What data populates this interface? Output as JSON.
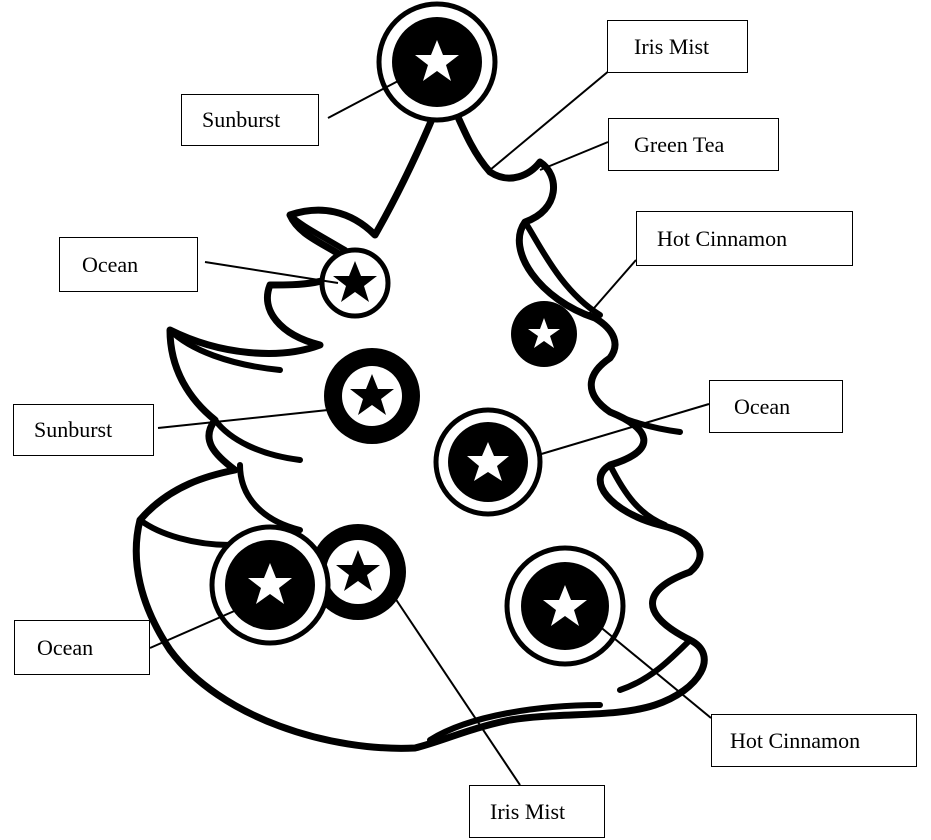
{
  "colors": {
    "ink": "#000000",
    "paper": "#ffffff"
  },
  "labels": [
    {
      "text": "Sunburst"
    },
    {
      "text": "Iris Mist"
    },
    {
      "text": "Green Tea"
    },
    {
      "text": "Ocean"
    },
    {
      "text": "Hot Cinnamon"
    },
    {
      "text": "Sunburst"
    },
    {
      "text": "Ocean"
    },
    {
      "text": "Ocean"
    },
    {
      "text": "Hot Cinnamon"
    },
    {
      "text": "Iris Mist"
    }
  ]
}
